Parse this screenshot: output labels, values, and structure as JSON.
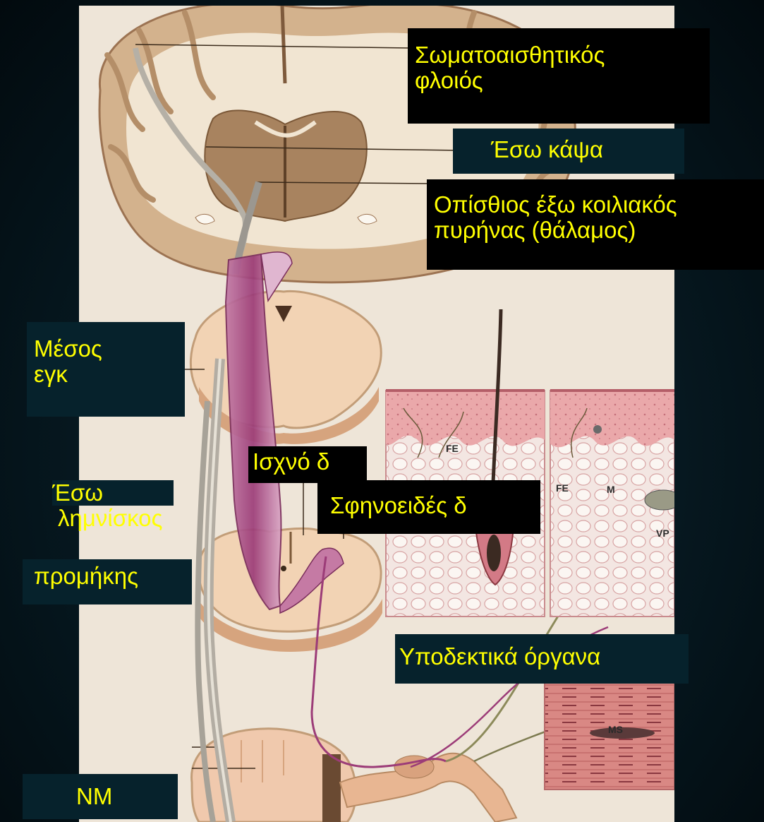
{
  "labels": {
    "somatosensory_cortex": [
      "Σωματοαισθητικός",
      "φλοιός"
    ],
    "internal_capsule": "Έσω κάψα",
    "vpl_nucleus": [
      "Οπίσθιος έξω κοιλιακός",
      "πυρήνας (θάλαμος)"
    ],
    "midbrain": [
      "Μέσος",
      "εγκ"
    ],
    "medial_lemniscus": [
      "Έσω",
      "λημνίσκος"
    ],
    "medulla": "προμήκης",
    "gracile": "Ισχνό δ",
    "cuneate": "Σφηνοειδές δ",
    "receptors": "Υποδεκτικά όργανα",
    "spinal_cord": "ΝΜ"
  },
  "colors": {
    "label_text": "#ffff00",
    "label_bg": "#000000",
    "label_bg_teal": "#06222c",
    "plate_bg": "#eee5d8",
    "tissue_tan": "#d9bb96",
    "pathway_purple": "#b04c86",
    "skin_pink": "#e6a3a6"
  },
  "plate_letters": [
    "FE",
    "FE",
    "M",
    "VP",
    "MS"
  ]
}
